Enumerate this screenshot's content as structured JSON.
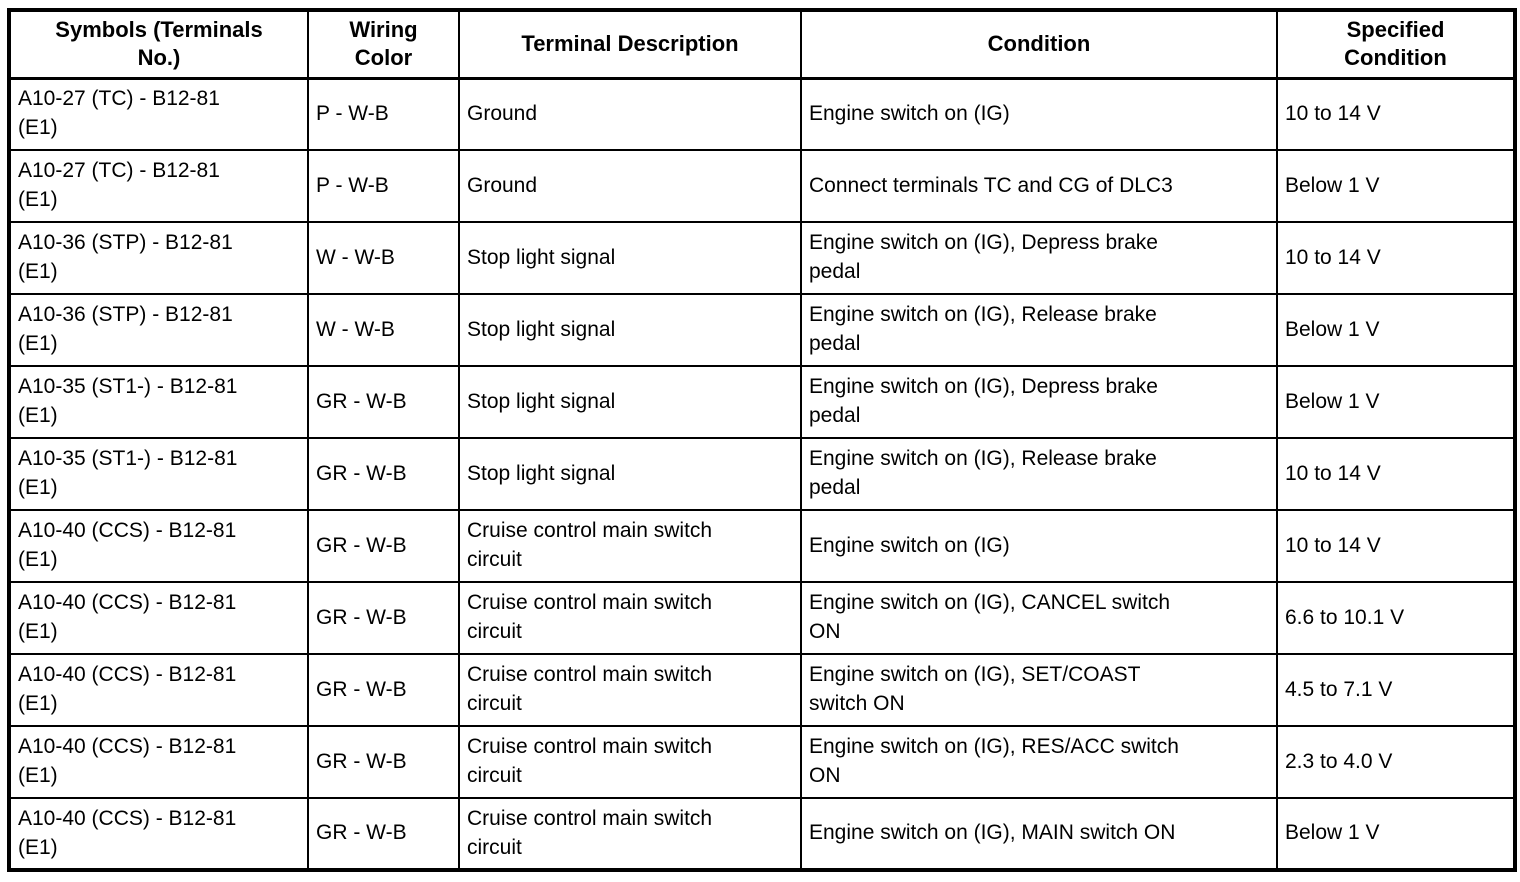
{
  "table": {
    "name": "terminal-voltage-specification-table",
    "columns": {
      "symbols": "Symbols (Terminals\nNo.)",
      "wiring": "Wiring\nColor",
      "terminal": "Terminal Description",
      "condition": "Condition",
      "specified": "Specified\nCondition"
    },
    "rows": [
      {
        "symbols": "A10-27 (TC) - B12-81\n(E1)",
        "wiring": "P - W-B",
        "terminal": "Ground",
        "condition": "Engine switch on (IG)",
        "specified": "10 to 14 V"
      },
      {
        "symbols": "A10-27 (TC) - B12-81\n(E1)",
        "wiring": "P - W-B",
        "terminal": "Ground",
        "condition": "Connect terminals TC and CG of DLC3",
        "specified": "Below 1 V"
      },
      {
        "symbols": "A10-36 (STP) - B12-81\n(E1)",
        "wiring": "W - W-B",
        "terminal": "Stop light signal",
        "condition": "Engine switch on (IG), Depress brake\npedal",
        "specified": "10 to 14 V"
      },
      {
        "symbols": "A10-36 (STP) - B12-81\n(E1)",
        "wiring": "W - W-B",
        "terminal": "Stop light signal",
        "condition": "Engine switch on (IG), Release brake\npedal",
        "specified": "Below 1 V"
      },
      {
        "symbols": "A10-35 (ST1-) - B12-81\n(E1)",
        "wiring": "GR - W-B",
        "terminal": "Stop light signal",
        "condition": "Engine switch on (IG), Depress brake\npedal",
        "specified": "Below 1 V"
      },
      {
        "symbols": "A10-35 (ST1-) - B12-81\n(E1)",
        "wiring": "GR - W-B",
        "terminal": "Stop light signal",
        "condition": "Engine switch on (IG), Release brake\npedal",
        "specified": "10 to 14 V"
      },
      {
        "symbols": "A10-40 (CCS) - B12-81\n(E1)",
        "wiring": "GR - W-B",
        "terminal": "Cruise control main switch\ncircuit",
        "condition": "Engine switch on (IG)",
        "specified": "10 to 14 V"
      },
      {
        "symbols": "A10-40 (CCS) - B12-81\n(E1)",
        "wiring": "GR - W-B",
        "terminal": "Cruise control main switch\ncircuit",
        "condition": "Engine switch on (IG), CANCEL switch\nON",
        "specified": "6.6 to 10.1 V"
      },
      {
        "symbols": "A10-40 (CCS) - B12-81\n(E1)",
        "wiring": "GR - W-B",
        "terminal": "Cruise control main switch\ncircuit",
        "condition": "Engine switch on (IG), SET/COAST\nswitch ON",
        "specified": "4.5 to 7.1 V"
      },
      {
        "symbols": "A10-40 (CCS) - B12-81\n(E1)",
        "wiring": "GR - W-B",
        "terminal": "Cruise control main switch\ncircuit",
        "condition": "Engine switch on (IG), RES/ACC switch\nON",
        "specified": "2.3 to 4.0 V"
      },
      {
        "symbols": "A10-40 (CCS) - B12-81\n(E1)",
        "wiring": "GR - W-B",
        "terminal": "Cruise control main switch\ncircuit",
        "condition": "Engine switch on (IG), MAIN switch ON",
        "specified": "Below 1 V"
      }
    ]
  }
}
